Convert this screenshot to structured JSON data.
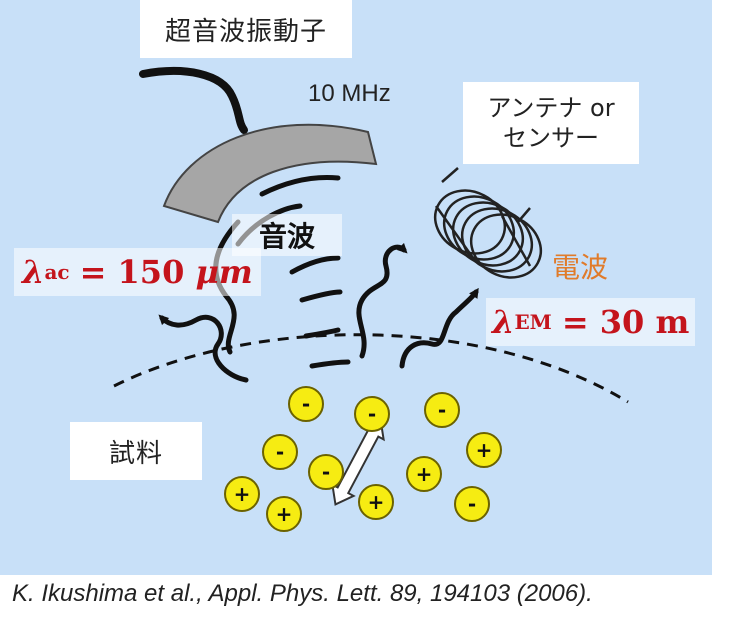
{
  "labels": {
    "transducer": "超音波振動子",
    "frequency": "10 MHz",
    "antenna_line1": "アンテナ or",
    "antenna_line2": "センサー",
    "sound_wave": "音波",
    "em_wave": "電波",
    "sample": "試料"
  },
  "wavelengths": {
    "acoustic": {
      "symbol": "λ",
      "subscript": "ac",
      "equals": "=",
      "value": "150",
      "unit": "μm"
    },
    "electromagnetic": {
      "symbol": "λ",
      "subscript": "EM",
      "equals": "=",
      "value": "30",
      "unit": "m"
    }
  },
  "citation": "K. Ikushima et al., Appl. Phys. Lett. 89, 194103 (2006).",
  "charges": [
    {
      "sign": "-"
    },
    {
      "sign": "-"
    },
    {
      "sign": "-"
    },
    {
      "sign": "-"
    },
    {
      "sign": "+"
    },
    {
      "sign": "-"
    },
    {
      "sign": "+"
    },
    {
      "sign": "+"
    },
    {
      "sign": "+"
    },
    {
      "sign": "-"
    },
    {
      "sign": "+"
    },
    {
      "sign": "+"
    }
  ],
  "colors": {
    "background": "#c8e0f8",
    "lambda_text": "#c4141c",
    "em_wave_text": "#e07b2a",
    "charge_fill": "#f6ec12",
    "transducer_fill": "#a6a6a6"
  }
}
